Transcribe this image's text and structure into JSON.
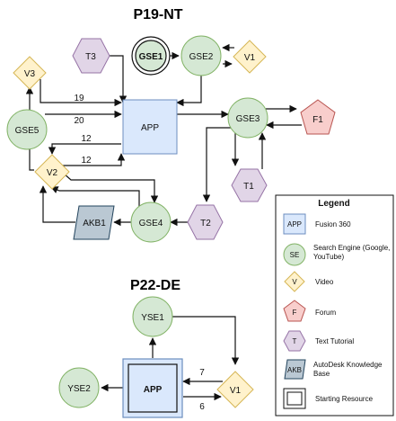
{
  "diagrams": [
    {
      "title": "P19-NT"
    },
    {
      "title": "P22-DE"
    }
  ],
  "nodes": {
    "app": "APP",
    "gse1": "GSE1",
    "gse2": "GSE2",
    "gse3": "GSE3",
    "gse4": "GSE4",
    "gse5": "GSE5",
    "v1": "V1",
    "v2": "V2",
    "v3": "V3",
    "t1": "T1",
    "t2": "T2",
    "t3": "T3",
    "f1": "F1",
    "akb1": "AKB1",
    "app2": "APP",
    "yse1": "YSE1",
    "yse2": "YSE2",
    "v1b": "V1"
  },
  "edge_labels": {
    "v3_app": "19",
    "gse5_app": "20",
    "app_v2_a": "12",
    "v2_app_b": "12",
    "v1_app2": "7",
    "app2_v1": "6"
  },
  "legend": {
    "title": "Legend",
    "items": [
      {
        "symbol": "APP",
        "label": "Fusion 360"
      },
      {
        "symbol": "SE",
        "label": "Search Engine (Google, YouTube)"
      },
      {
        "symbol": "V",
        "label": "Video"
      },
      {
        "symbol": "F",
        "label": "Forum"
      },
      {
        "symbol": "T",
        "label": "Text Tutorial"
      },
      {
        "symbol": "AKB",
        "label": "AutoDesk Knowledge Base"
      },
      {
        "symbol": "",
        "label": "Starting Resource"
      }
    ]
  },
  "colors": {
    "app": "#dae8fc",
    "app_stroke": "#6c8ebf",
    "search": "#d5e8d4",
    "search_stroke": "#82b366",
    "video": "#fff2cc",
    "video_stroke": "#d6b656",
    "forum": "#f8cecc",
    "forum_stroke": "#b85450",
    "text": "#e1d5e7",
    "text_stroke": "#9673a6",
    "akb": "#bac8d3",
    "akb_stroke": "#23445d"
  }
}
